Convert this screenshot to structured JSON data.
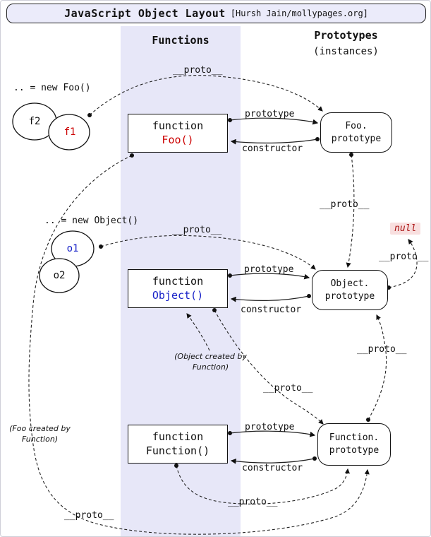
{
  "title": {
    "main": "JavaScript Object Layout",
    "credit": "[Hursh Jain/mollypages.org]"
  },
  "columns": {
    "functions": "Functions",
    "prototypes": "Prototypes",
    "prototypes_sub": "(instances)"
  },
  "instances": {
    "foo_new": ".. = new Foo()",
    "f2": "f2",
    "f1": "f1",
    "object_new": ".. = new Object()",
    "o1": "o1",
    "o2": "o2"
  },
  "functions": {
    "foo": {
      "keyword": "function",
      "name": "Foo()"
    },
    "object": {
      "keyword": "function",
      "name": "Object()"
    },
    "function": {
      "keyword": "function",
      "name": "Function()"
    }
  },
  "prototypes": {
    "foo": {
      "line1": "Foo.",
      "line2": "prototype"
    },
    "object": {
      "line1": "Object.",
      "line2": "prototype"
    },
    "function": {
      "line1": "Function.",
      "line2": "prototype"
    }
  },
  "labels": {
    "proto": "__proto__",
    "prototype": "prototype",
    "constructor": "constructor",
    "null": "null",
    "object_created": "(Object created by Function)",
    "foo_created": "(Foo created by Function)"
  },
  "colors": {
    "band": "#e7e7f8",
    "title_bg": "#ebebfa",
    "accent_red": "#cc0000",
    "accent_blue": "#1822c8",
    "null_bg": "#f8dfdf"
  }
}
